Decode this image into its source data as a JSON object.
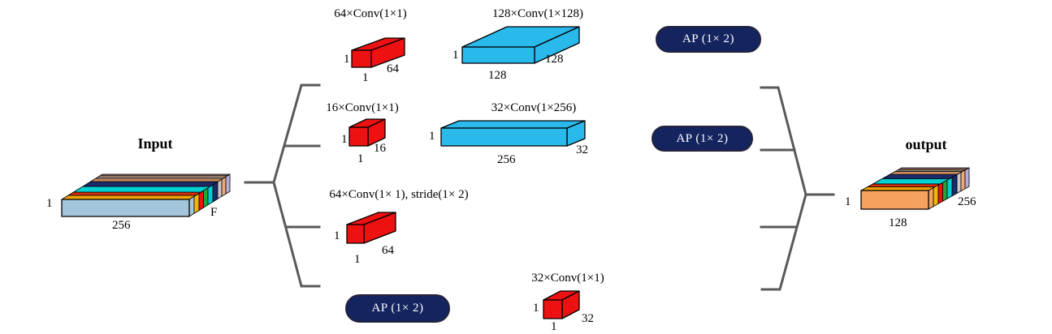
{
  "input": {
    "title": "Input",
    "h": "1",
    "w": "256",
    "d": "F"
  },
  "output": {
    "title": "output",
    "h": "1",
    "w": "128",
    "d": "256"
  },
  "branches": [
    {
      "steps": [
        {
          "type": "conv",
          "caption": "64×Conv(1×1)",
          "h": "1",
          "d": "64",
          "w": "1"
        },
        {
          "type": "conv",
          "caption": "128×Conv(1×128)",
          "h": "1",
          "d": "128",
          "w": "128"
        },
        {
          "type": "pool",
          "caption": "AP (1× 2)"
        }
      ]
    },
    {
      "steps": [
        {
          "type": "conv",
          "caption": "16×Conv(1×1)",
          "h": "1",
          "d": "16",
          "w": "1"
        },
        {
          "type": "conv",
          "caption": "32×Conv(1×256)",
          "h": "1",
          "d": "32",
          "w": "256"
        },
        {
          "type": "pool",
          "caption": "AP (1× 2)"
        }
      ]
    },
    {
      "steps": [
        {
          "type": "conv",
          "caption": "64×Conv(1× 1), stride(1× 2)",
          "h": "1",
          "d": "64",
          "w": "1"
        }
      ]
    },
    {
      "steps": [
        {
          "type": "pool",
          "caption": "AP (1× 2)"
        },
        {
          "type": "conv",
          "caption": "32×Conv(1×1)",
          "h": "1",
          "d": "32",
          "w": "1"
        }
      ]
    }
  ],
  "colors": {
    "conv_red": "#ee1111",
    "conv_blue": "#29b9ea",
    "pool_fill": "#14245f",
    "input_face": "#a3c6dc",
    "output_face": "#f7a15e",
    "connector": "#595959",
    "tensor_palette": [
      "#f2b705",
      "#ee1111",
      "#22a53c",
      "#00d2d2",
      "#1b2a6b",
      "#c9c9c9",
      "#f2a878",
      "#b7aed9"
    ]
  }
}
